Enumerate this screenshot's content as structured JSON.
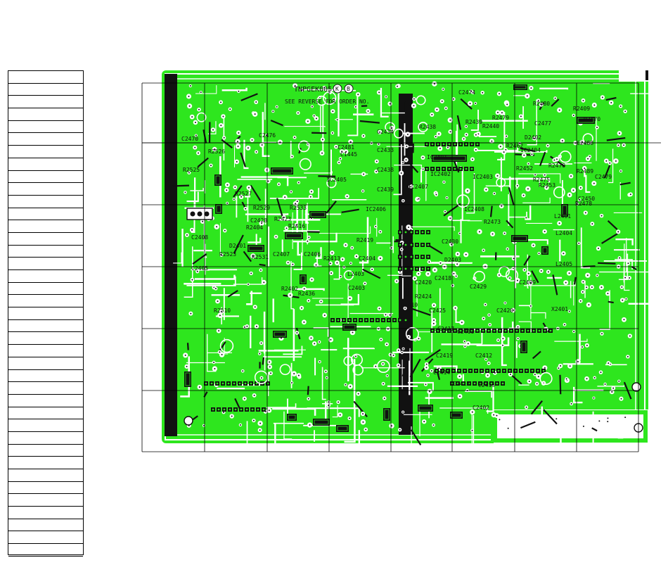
{
  "board": {
    "part_number": "TNPGEK005",
    "rev_markers": [
      "K",
      "B"
    ],
    "note": "SEE REVERSE FOR ORDER NO."
  },
  "colors": {
    "copper": "#2ee61e",
    "trace_dark": "#1a1a1a",
    "grid": "#000000",
    "background": "#ffffff"
  },
  "side_table": {
    "row_count": 39
  },
  "labels": [
    "C2474",
    "R2479",
    "R2480",
    "R2409",
    "C2470",
    "R2527",
    "C2476",
    "C2481",
    "R2526",
    "C2434",
    "C2433",
    "C2438",
    "C2439",
    "C1445",
    "R2438",
    "R2439",
    "R2440",
    "R2462",
    "C2477",
    "R2470",
    "R2475",
    "D2470",
    "C2488",
    "R2489",
    "C2479",
    "R2478",
    "C2450",
    "D2402",
    "R2452",
    "R2453",
    "C2408",
    "R2404",
    "D2401",
    "C2407",
    "R2423",
    "C2428",
    "R2416",
    "C2405",
    "R2531",
    "C2404",
    "L2403",
    "C2403",
    "R2413",
    "R2419",
    "C2406",
    "D2403",
    "L2404",
    "R2473",
    "C2430",
    "C2409",
    "L2405",
    "C2410",
    "C2429",
    "R2424",
    "C2418",
    "C2425",
    "C2420",
    "X2401",
    "C2411",
    "R2402",
    "R2510",
    "R2436",
    "C2417",
    "C2412",
    "C2419",
    "C2413",
    "C2414",
    "C2402",
    "IC2401",
    "IC2402",
    "IC2403",
    "IC2404",
    "IC2405",
    "IC2406",
    "IC2407",
    "IC2408",
    "R2525",
    "R2529",
    "R2533",
    "R2523",
    "C2420",
    "L2401",
    "C2415"
  ]
}
